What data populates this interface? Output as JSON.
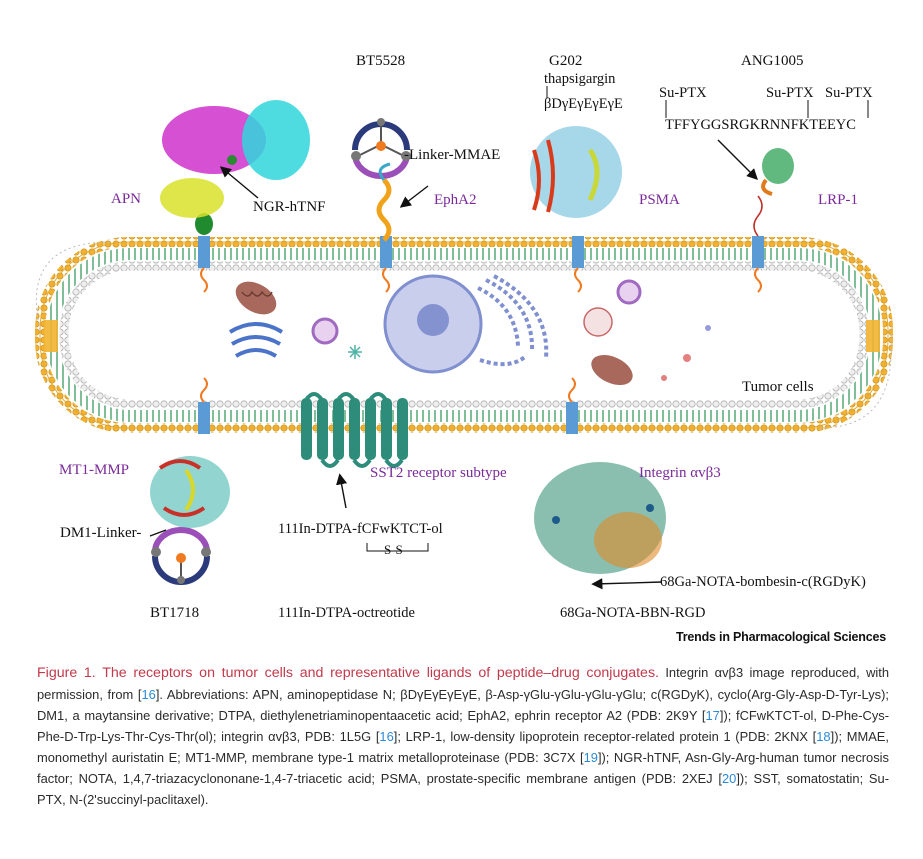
{
  "figure": {
    "drugs": {
      "bt5528": "BT5528",
      "g202": "G202",
      "ang1005": "ANG1005",
      "bt1718": "BT1718",
      "octreotide": "111In-DTPA-octreotide",
      "bbn_rgd": "68Ga-NOTA-BBN-RGD"
    },
    "receptors": {
      "apn": "APN",
      "epha2": "EphA2",
      "psma": "PSMA",
      "lrp1": "LRP-1",
      "mt1mmp": "MT1-MMP",
      "sst2": "SST2 receptor subtype",
      "integrin": "Integrin αvβ3"
    },
    "ligands": {
      "ngr_htnf": "NGR-hTNF",
      "linker_mmae": "-Linker-MMAE",
      "thapsigargin": "thapsigargin",
      "bdgegege": "βDγEγEγEγE",
      "su_ptx_1": "Su-PTX",
      "su_ptx_2": "Su-PTX",
      "su_ptx_3": "Su-PTX",
      "ang_sequence": "TFFYGGSRGKRNNFKTEEYC",
      "dm1_linker": "DM1-Linker-",
      "dtpa_peptide": "111In-DTPA-fCFwKTCT-ol",
      "ss_bridge": "S-S",
      "ga_bombesin": "68Ga-NOTA-bombesin-c(RGDyK)"
    },
    "cell_label": "Tumor cells"
  },
  "journal": "Trends in Pharmacological Sciences",
  "caption": {
    "title": "Figure 1. The receptors on tumor cells and representative ligands of peptide–drug conjugates.",
    "t1": " Integrin αvβ3 image reproduced, with permission, from [",
    "r16a": "16",
    "t2": "]. Abbreviations: APN, aminopeptidase N; βDγEγEγEγE, β-Asp-γGlu-γGlu-γGlu-γGlu; c(RGDyK), cyclo(Arg-Gly-Asp-D-Tyr-Lys); DM1, a maytansine derivative; DTPA, diethylenetriaminopentaacetic acid; EphA2, ephrin receptor A2 (PDB: 2K9Y [",
    "r17": "17",
    "t3": "]); fCFwKTCT-ol, D-Phe-Cys-Phe-D-Trp-Lys-Thr-Cys-Thr(ol); integrin αvβ3, PDB: 1L5G [",
    "r16b": "16",
    "t4": "]; LRP-1, low-density lipoprotein receptor-related protein 1 (PDB: 2KNX [",
    "r18": "18",
    "t5": "]); MMAE, monomethyl auristatin E; MT1-MMP, membrane type-1 matrix metalloproteinase (PDB: 3C7X [",
    "r19": "19",
    "t6": "]); NGR-hTNF, Asn-Gly-Arg-human tumor necrosis factor; NOTA, 1,4,7-triazacyclononane-1,4-7-triacetic acid; PSMA, prostate-specific membrane antigen (PDB: 2XEJ [",
    "r20": "20",
    "t7": "]); SST, somatostatin; Su-PTX, N-(2'succinyl-paclitaxel)."
  },
  "colors": {
    "receptor_purple": "#7a2a9a",
    "caption_title": "#c23a4a",
    "reference_link": "#2b8ad8",
    "membrane_head": "#f2b230",
    "membrane_channel": "#5b9bd5",
    "sst2_receptor": "#2e8c7a",
    "nucleus": "#7f8fcf"
  }
}
